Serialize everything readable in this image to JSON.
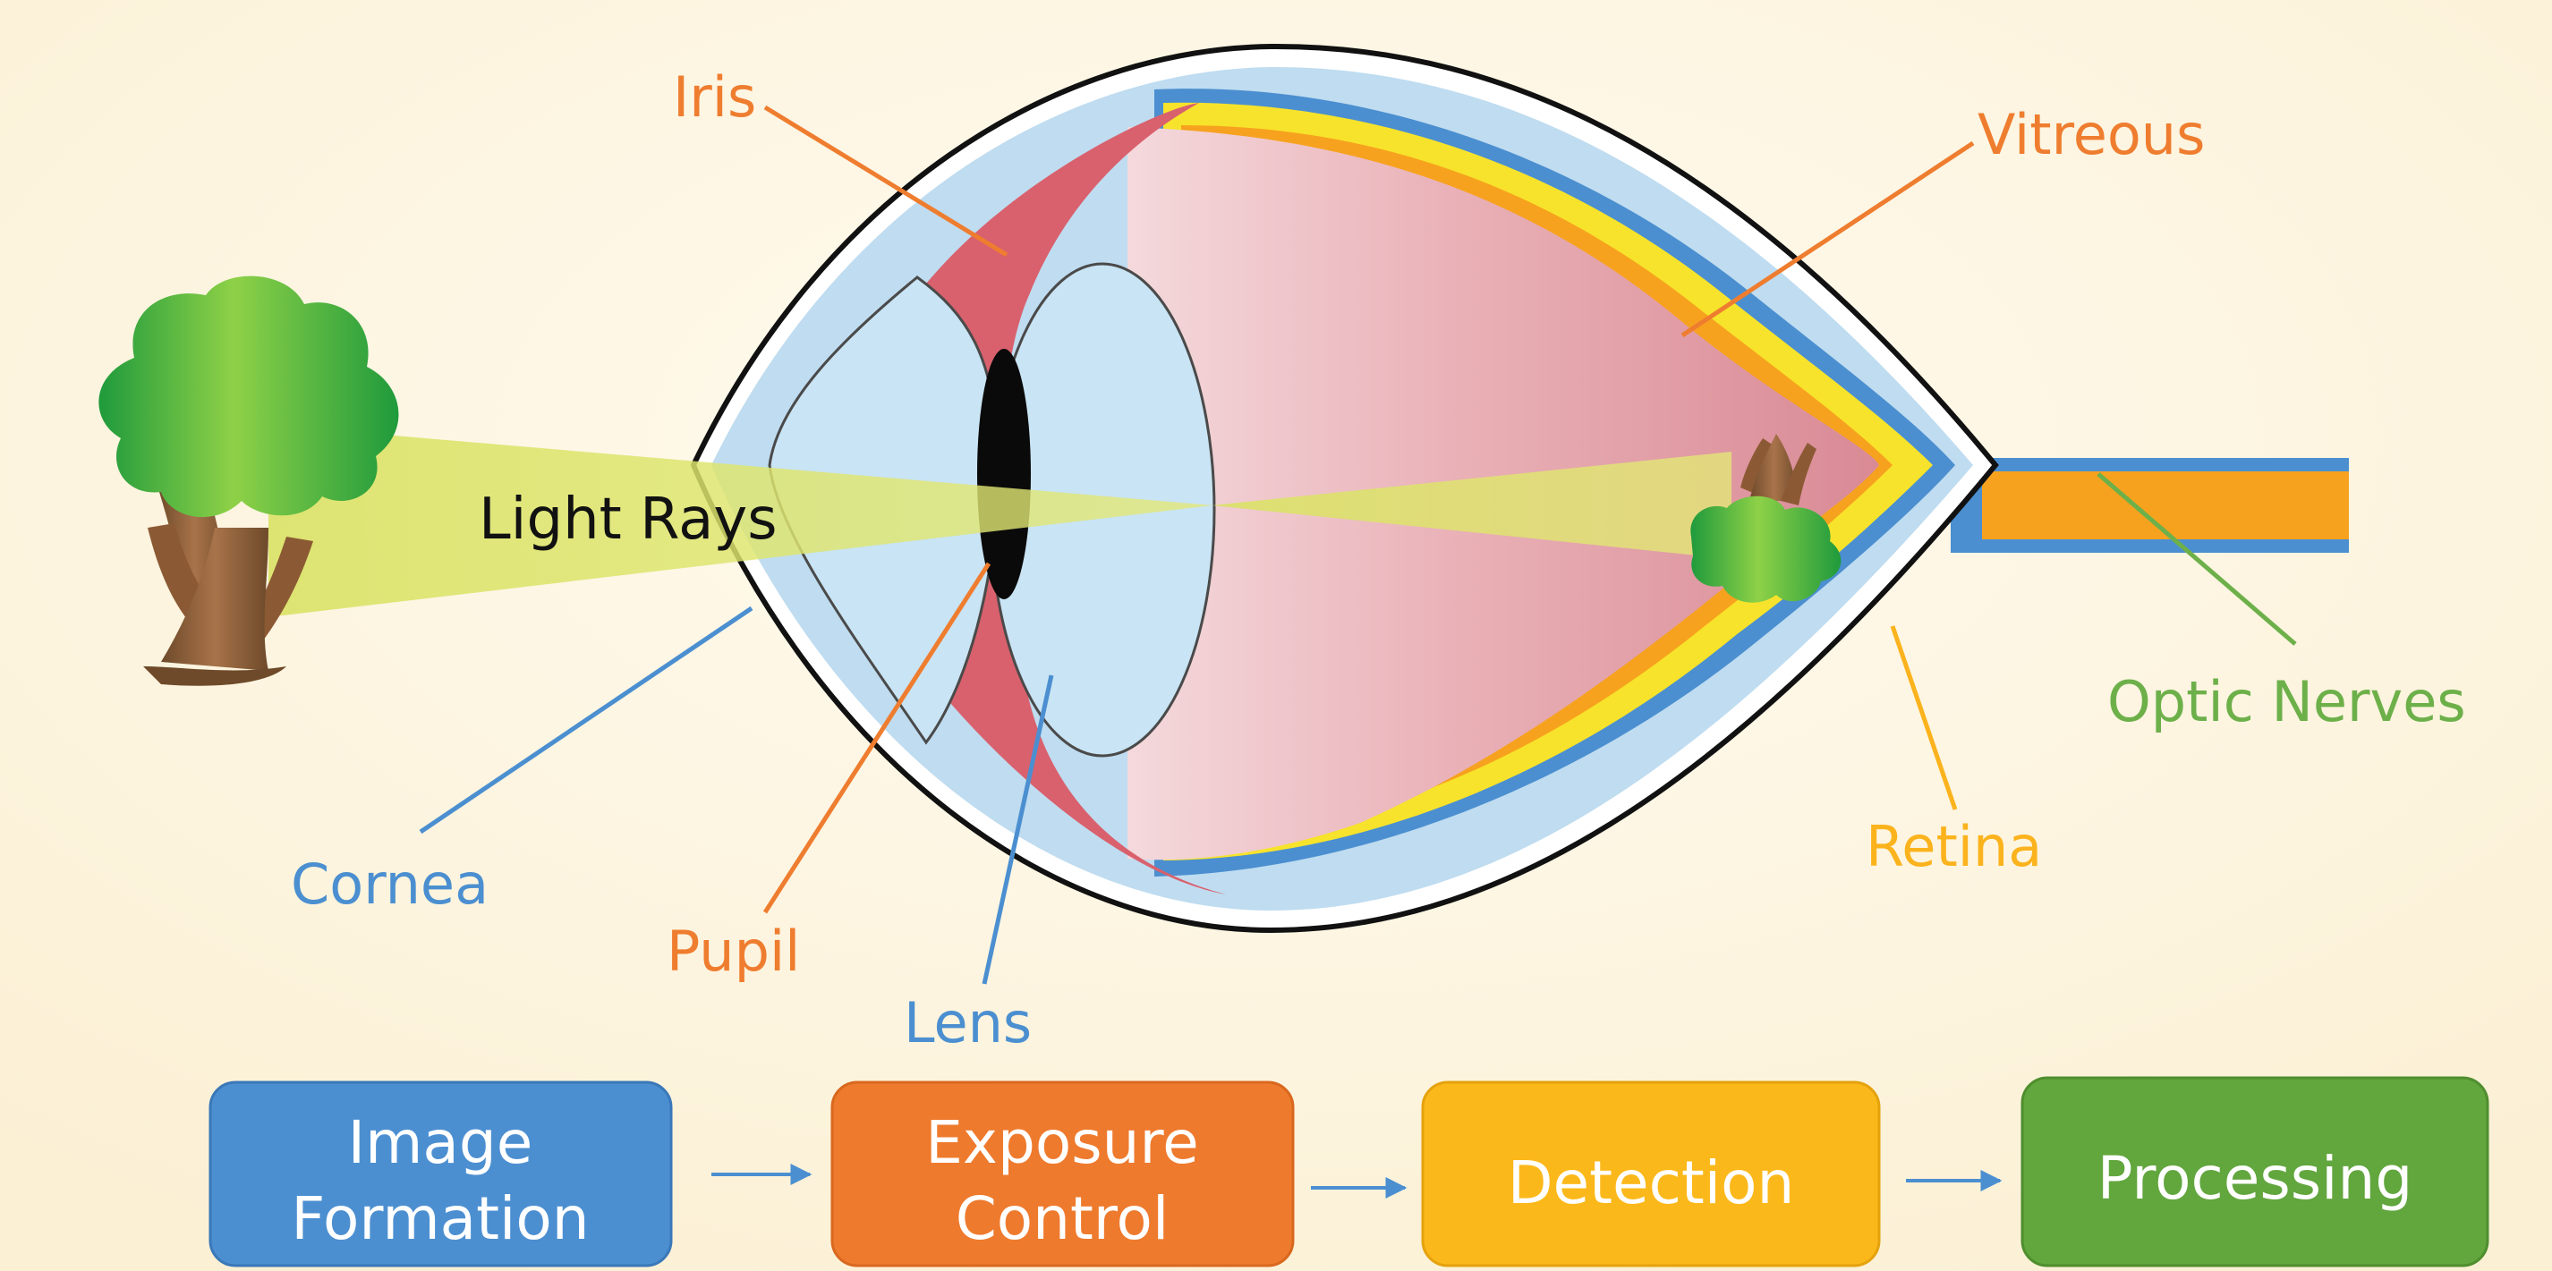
{
  "labels": {
    "iris": "Iris",
    "vitreous": "Vitreous",
    "light_rays": "Light Rays",
    "optic_nerves": "Optic Nerves",
    "retina": "Retina",
    "cornea": "Cornea",
    "pupil": "Pupil",
    "lens": "Lens"
  },
  "steps": [
    {
      "line1": "Image",
      "line2": "Formation",
      "color": "#4c8fd1"
    },
    {
      "line1": "Exposure",
      "line2": "Control",
      "color": "#ee7a2d"
    },
    {
      "line1": "Detection",
      "color": "#fbb81a"
    },
    {
      "line1": "Processing",
      "color": "#62a63e"
    }
  ],
  "colors": {
    "iris": "#ef7d2f",
    "vitreous": "#ef7d2f",
    "optic_nerves": "#6db04a",
    "retina": "#fbb31d",
    "cornea": "#4b8fd0",
    "pupil": "#ef7d2f",
    "lens": "#4b8fd0"
  }
}
